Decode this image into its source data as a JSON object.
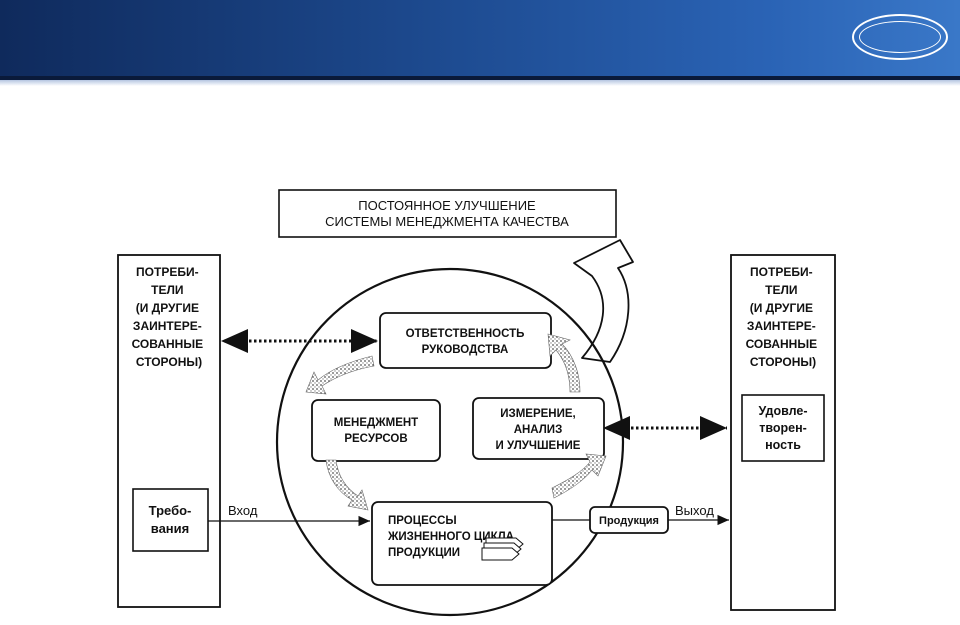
{
  "header": {
    "accent": "#1d4a8f",
    "logo_icon": "oval-emblem-icon"
  },
  "improvement": {
    "line1": "ПОСТОЯННОЕ УЛУЧШЕНИЕ",
    "line2": "СИСТЕМЫ МЕНЕДЖМЕНТА КАЧЕСТВА"
  },
  "left_column": {
    "title_lines": [
      "ПОТРЕБИ-",
      "ТЕЛИ",
      "(И ДРУГИЕ",
      "ЗАИНТЕРЕ-",
      "СОВАННЫЕ",
      "СТОРОНЫ)"
    ],
    "box_lines": [
      "Требо-",
      "вания"
    ]
  },
  "right_column": {
    "title_lines": [
      "ПОТРЕБИ-",
      "ТЕЛИ",
      "(И ДРУГИЕ",
      "ЗАИНТЕРЕ-",
      "СОВАННЫЕ",
      "СТОРОНЫ)"
    ],
    "box_lines": [
      "Удовле-",
      "творен-",
      "ность"
    ]
  },
  "cycle": {
    "responsibility": [
      "ОТВЕТСТВЕННОСТЬ",
      "РУКОВОДСТВА"
    ],
    "resources": [
      "МЕНЕДЖМЕНТ",
      "РЕСУРСОВ"
    ],
    "measurement": [
      "ИЗМЕРЕНИЕ,",
      "АНАЛИЗ",
      "И УЛУЧШЕНИЕ"
    ],
    "processes": [
      "ПРОЦЕССЫ",
      "ЖИЗНЕННОГО ЦИКЛА",
      "ПРОДУКЦИИ"
    ]
  },
  "flow": {
    "input": "Вход",
    "output": "Выход",
    "product": "Продукция"
  }
}
